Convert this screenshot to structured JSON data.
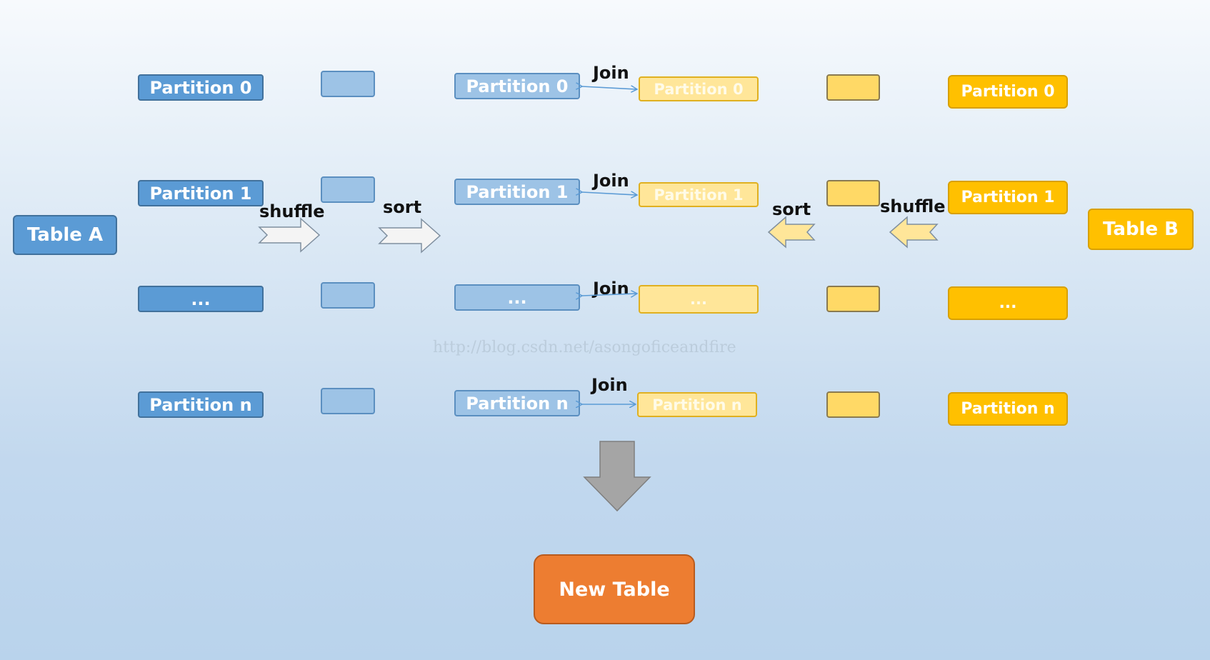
{
  "table_a": {
    "label": "Table A"
  },
  "table_b": {
    "label": "Table B"
  },
  "new_table": {
    "label": "New Table"
  },
  "partitions_a": [
    "Partition 0",
    "Partition 1",
    "...",
    "Partition n"
  ],
  "partitions_a_sorted": [
    "Partition 0",
    "Partition 1",
    "...",
    "Partition n"
  ],
  "partitions_b_sorted": [
    "Partition 0",
    "Partition 1",
    "...",
    "Partition  n"
  ],
  "partitions_b": [
    "Partition 0",
    "Partition 1",
    "...",
    "Partition  n"
  ],
  "labels": {
    "shuffle_a": "shuffle",
    "sort_a": "sort",
    "sort_b": "sort",
    "shuffle_b": "shuffle",
    "join_0": "Join",
    "join_1": "Join",
    "join_2": "Join",
    "join_3": "Join"
  },
  "watermark": "http://blog.csdn.net/asongoficeandfire",
  "colors": {
    "table_a_blue": "#5b9bd5",
    "table_a_light_blue": "#9dc3e6",
    "table_b_gold": "#ffc000",
    "table_b_light_gold": "#ffe699",
    "new_table_orange": "#ed7d31",
    "arrow_gray": "#a5a5a5"
  }
}
